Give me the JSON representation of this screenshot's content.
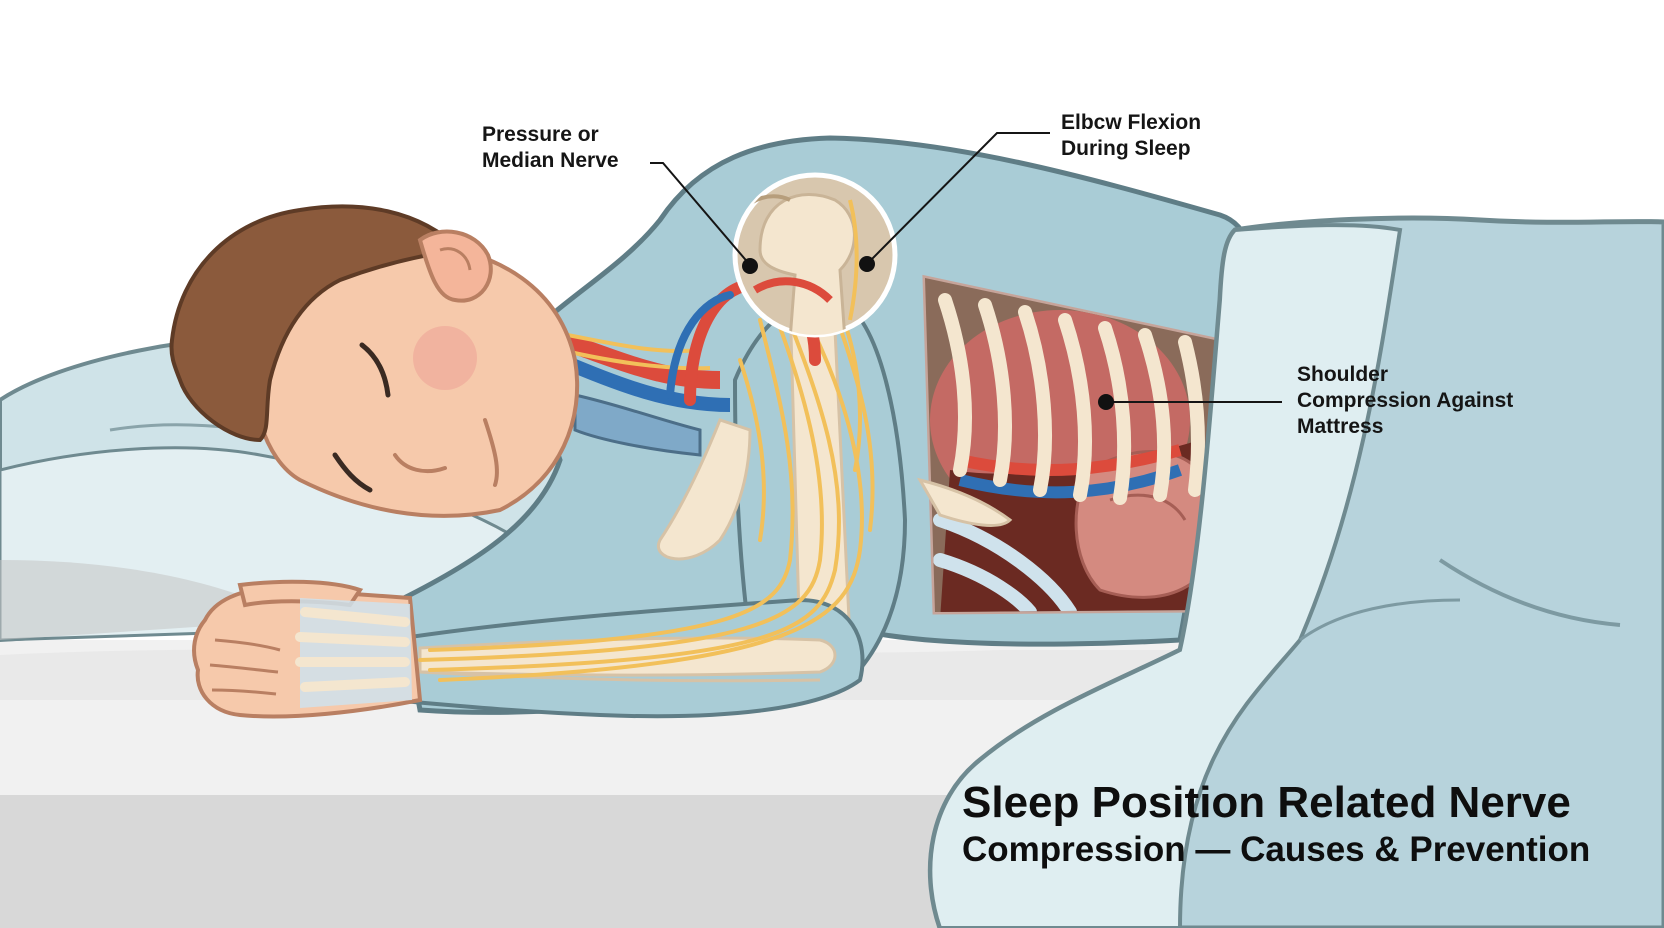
{
  "callouts": {
    "pressure": {
      "line1": "Pressure or",
      "line2": "Median Nerve"
    },
    "elbow": {
      "line1": "Elbcw Flexion",
      "line2": "During Sleep"
    },
    "shoulder": {
      "line1": "Shoulder",
      "line2": "Compression Against",
      "line3": "Mattress"
    }
  },
  "title": {
    "line1": "Sleep Position Related Nerve",
    "line2": "Compression — Causes & Prevention"
  },
  "colors": {
    "skin": "#f6c9ab",
    "hair": "#8b5a3c",
    "body_blue": "#a9ccd6",
    "bone": "#f4e6cf",
    "nerve": "#f2c05a",
    "artery": "#dc4b3c",
    "vein": "#2f6fb4",
    "muscle": "#c46a64",
    "blanket": "#b7d3dc",
    "pillow": "#dfeef1"
  },
  "icons": [
    "pillow",
    "sleeping-person",
    "arm-skeleton",
    "rib-cage",
    "blanket",
    "mattress"
  ]
}
